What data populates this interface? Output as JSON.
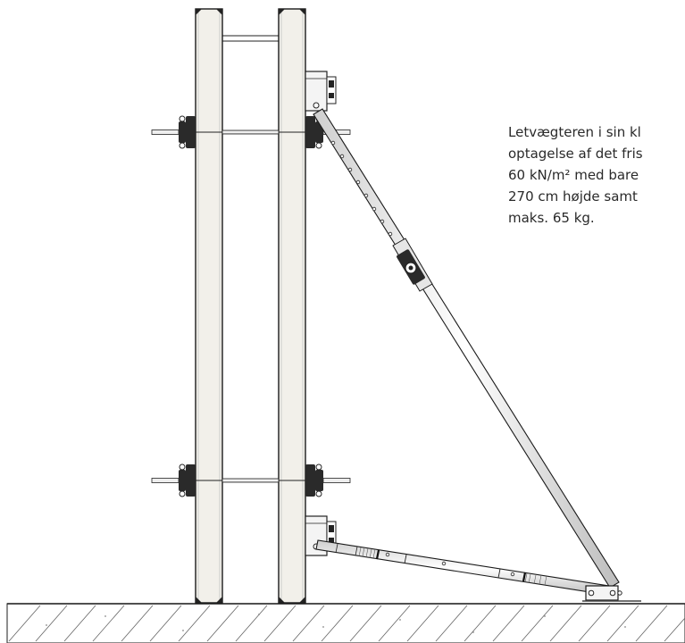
{
  "caption": {
    "lines": [
      "Letvægteren i sin kl",
      "optagelse af det fris",
      "60 kN/m² med bare",
      "270 cm højde samt",
      "maks. 65 kg."
    ]
  },
  "colors": {
    "panel_fill": "#f2f0ea",
    "outline": "#1a1a1a",
    "ground_hatch": "#555555",
    "text": "#2a2a2a"
  },
  "components": {
    "tie_rods": 2,
    "push_pull_props": 2,
    "brackets": 2
  }
}
